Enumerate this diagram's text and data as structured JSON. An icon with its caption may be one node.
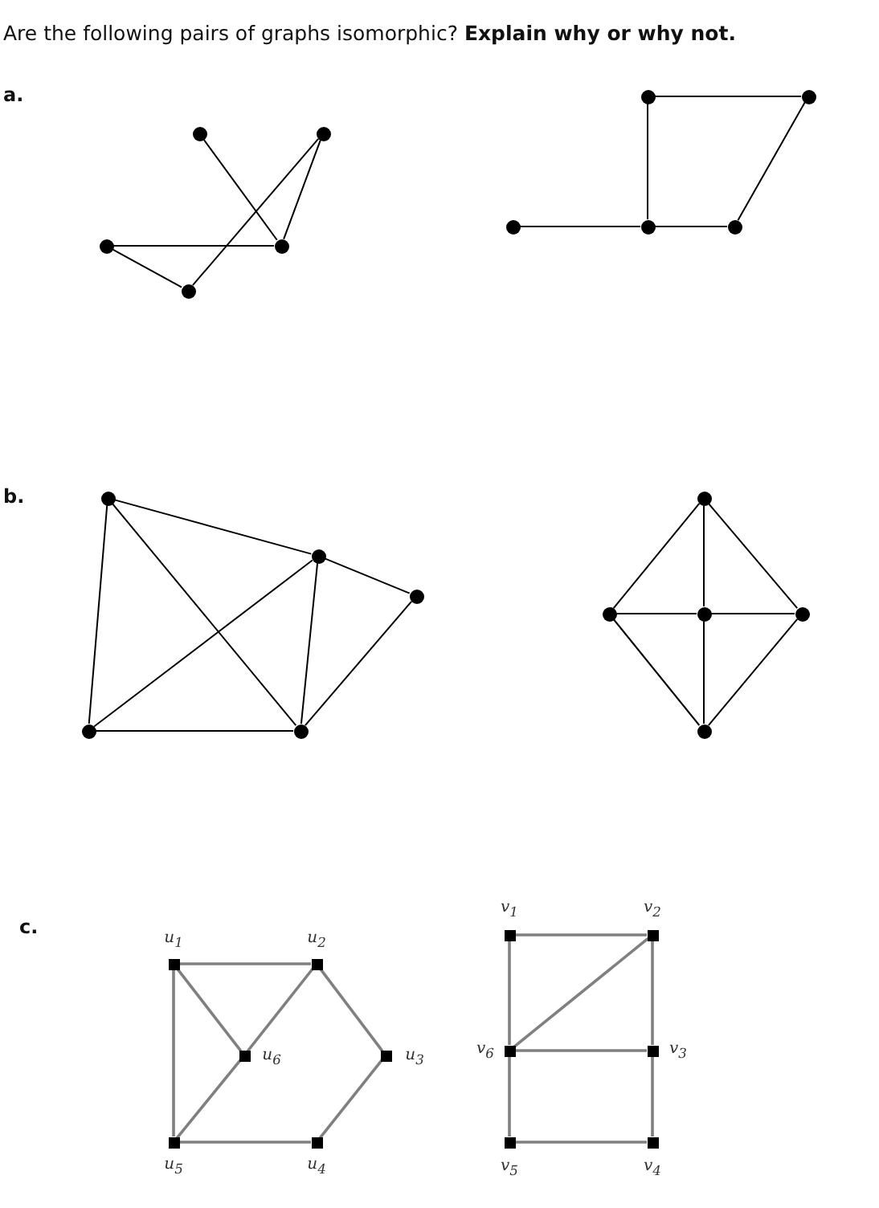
{
  "diagram": {
    "title": "Are the following pairs of graphs isomorphic?  **Explain why or why not.**",
    "nodes": [
      {
        "text": [],
        "shape": "circle"
      },
      {
        "text": [],
        "shape": "circle"
      },
      {
        "text": [],
        "shape": "circle"
      },
      {
        "text": [],
        "shape": "circle"
      },
      {
        "text": [],
        "shape": "circle"
      },
      {
        "text": [],
        "shape": "circle"
      },
      {
        "text": [],
        "shape": "circle"
      },
      {
        "text": [],
        "shape": "circle"
      },
      {
        "text": [],
        "shape": "circle"
      },
      {
        "text": [],
        "shape": "circle"
      },
      {
        "text": [],
        "shape": "circle"
      },
      {
        "text": [],
        "shape": "circle"
      },
      {
        "text": [],
        "shape": "circle"
      },
      {
        "text": [],
        "shape": "circle"
      },
      {
        "text": [],
        "shape": "circle"
      },
      {
        "text": [],
        "shape": "circle"
      },
      {
        "text": [],
        "shape": "circle"
      },
      {
        "text": [],
        "shape": "circle"
      },
      {
        "text": [],
        "shape": "circle"
      },
      {
        "text": [],
        "shape": "circle"
      },
      {
        "text": [
          "u$_{1}$"
        ]
      },
      {
        "text": [
          "u$_{2}$"
        ]
      },
      {
        "text": [
          "u$_{6}$"
        ]
      },
      {
        "text": [
          "u$_{3}$"
        ]
      },
      {
        "text": [
          "u$_{5}$"
        ]
      },
      {
        "text": [
          "u$_{4}$"
        ]
      },
      {
        "text": [
          "v$_{1}$"
        ]
      },
      {
        "text": [
          "v$_{2}$"
        ]
      },
      {
        "text": [
          "v$_{6}$"
        ]
      },
      {
        "text": [
          "v$_{3}$"
        ]
      },
      {
        "text": [
          "v$_{5}$"
        ]
      },
      {
        "text": [
          "v$_{4}$"
        ]
      }
    ],
    "edges": [
      {
        "from": 0,
        "to": 3,
        "arrow": "none"
      },
      {
        "from": 1,
        "to": 3,
        "arrow": "none"
      },
      {
        "from": 1,
        "to": 4,
        "arrow": "none"
      },
      {
        "from": 2,
        "to": 3,
        "arrow": "none"
      },
      {
        "from": 2,
        "to": 4,
        "arrow": "none"
      },
      {
        "from": 5,
        "to": 6,
        "arrow": "none"
      },
      {
        "from": 5,
        "to": 8,
        "arrow": "none"
      },
      {
        "from": 6,
        "to": 9,
        "arrow": "none"
      },
      {
        "from": 7,
        "to": 8,
        "arrow": "none"
      },
      {
        "from": 8,
        "to": 9,
        "arrow": "none"
      },
      {
        "from": 10,
        "to": 11,
        "arrow": "none"
      },
      {
        "from": 10,
        "to": 13,
        "arrow": "none"
      },
      {
        "from": 10,
        "to": 14,
        "arrow": "none"
      },
      {
        "from": 11,
        "to": 12,
        "arrow": "none"
      },
      {
        "from": 11,
        "to": 13,
        "arrow": "none"
      },
      {
        "from": 11,
        "to": 14,
        "arrow": "none"
      },
      {
        "from": 12,
        "to": 14,
        "arrow": "none"
      },
      {
        "from": 13,
        "to": 14,
        "arrow": "none"
      },
      {
        "from": 15,
        "to": 16,
        "arrow": "none"
      },
      {
        "from": 15,
        "to": 17,
        "arrow": "none"
      },
      {
        "from": 15,
        "to": 18,
        "arrow": "none"
      },
      {
        "from": 16,
        "to": 17,
        "arrow": "none"
      },
      {
        "from": 17,
        "to": 18,
        "arrow": "none"
      },
      {
        "from": 16,
        "to": 19,
        "arrow": "none"
      },
      {
        "from": 17,
        "to": 19,
        "arrow": "none"
      },
      {
        "from": 18,
        "to": 19,
        "arrow": "none"
      },
      {
        "from": 20,
        "to": 21,
        "arrow": "none",
        "color": "#808080"
      },
      {
        "from": 20,
        "to": 22,
        "arrow": "none",
        "color": "#808080"
      },
      {
        "from": 20,
        "to": 24,
        "arrow": "none",
        "color": "#808080"
      },
      {
        "from": 21,
        "to": 22,
        "arrow": "none",
        "color": "#808080"
      },
      {
        "from": 22,
        "to": 24,
        "arrow": "none",
        "color": "#808080"
      },
      {
        "from": 21,
        "to": 23,
        "arrow": "none",
        "color": "#808080"
      },
      {
        "from": 23,
        "to": 25,
        "arrow": "none",
        "color": "#808080"
      },
      {
        "from": 24,
        "to": 25,
        "arrow": "none",
        "color": "#808080"
      },
      {
        "from": 26,
        "to": 27,
        "arrow": "none",
        "color": "#808080"
      },
      {
        "from": 26,
        "to": 28,
        "arrow": "none",
        "color": "#808080"
      },
      {
        "from": 27,
        "to": 28,
        "arrow": "none",
        "color": "#808080"
      },
      {
        "from": 27,
        "to": 29,
        "arrow": "none",
        "color": "#808080"
      },
      {
        "from": 28,
        "to": 29,
        "arrow": "none",
        "color": "#808080"
      },
      {
        "from": 28,
        "to": 30,
        "arrow": "none",
        "color": "#808080"
      },
      {
        "from": 29,
        "to": 31,
        "arrow": "none",
        "color": "#808080"
      },
      {
        "from": 30,
        "to": 31,
        "arrow": "none",
        "color": "#808080"
      }
    ],
    "labels": [
      "a.",
      "b.",
      "c."
    ]
  }
}
